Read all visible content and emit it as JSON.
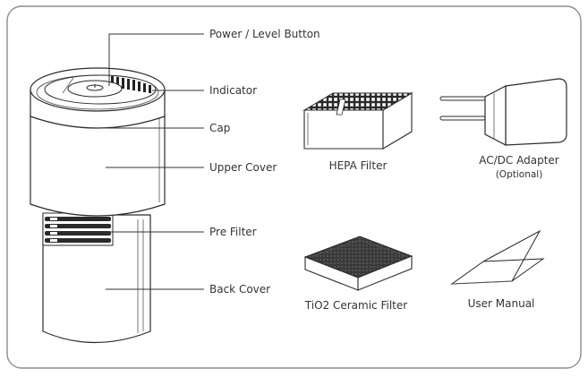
{
  "parts": {
    "power_level_button": "Power / Level Button",
    "indicator": "Indicator",
    "cap": "Cap",
    "upper_cover": "Upper Cover",
    "pre_filter": "Pre Filter",
    "back_cover": "Back Cover"
  },
  "accessories": {
    "hepa_filter": "HEPA Filter",
    "adapter": "AC/DC Adapter",
    "adapter_note": "(Optional)",
    "tio2_filter": "TiO2 Ceramic Filter",
    "user_manual": "User Manual"
  },
  "colors": {
    "frame": "#8c8c8c",
    "line": "#333333",
    "text": "#333333"
  }
}
